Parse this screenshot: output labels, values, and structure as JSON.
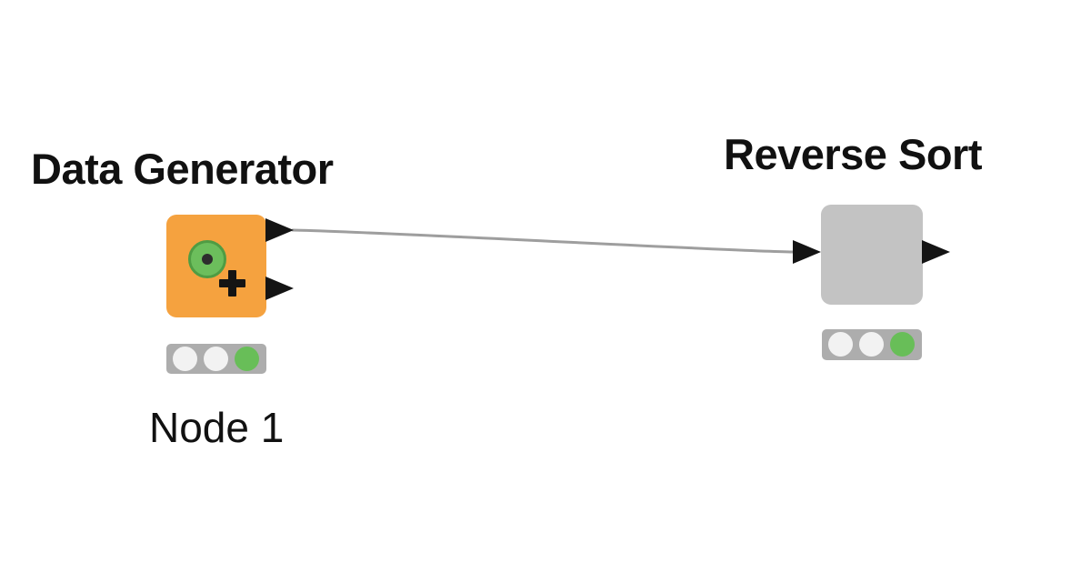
{
  "canvas": {
    "background": "#ffffff"
  },
  "colors": {
    "text": "#111111",
    "node_source_orange": "#f5a23f",
    "node_plain_gray": "#c3c3c3",
    "port_black": "#141414",
    "edge_gray": "#9e9e9e",
    "traffic_bg": "#adadad",
    "light_off": "#f2f2f2",
    "light_green": "#68be58",
    "icon_green": "#6cbe5c",
    "icon_ring_green": "#4f9c43",
    "icon_dot_dark": "#2d2d2d",
    "plus_black": "#141414"
  },
  "nodes": [
    {
      "title": "Data Generator",
      "label": "Node 1",
      "icon": "data-generator-icon",
      "in_ports": 0,
      "out_ports": 2,
      "status_lights": [
        "off",
        "off",
        "green"
      ],
      "status": "executed"
    },
    {
      "title": "Reverse Sort",
      "label": "",
      "icon": "none",
      "in_ports": 1,
      "out_ports": 1,
      "status_lights": [
        "off",
        "off",
        "green"
      ],
      "status": "executed"
    }
  ],
  "connection": {
    "from_node": "Data Generator",
    "from_port": 1,
    "to_node": "Reverse Sort",
    "to_port": 1
  }
}
